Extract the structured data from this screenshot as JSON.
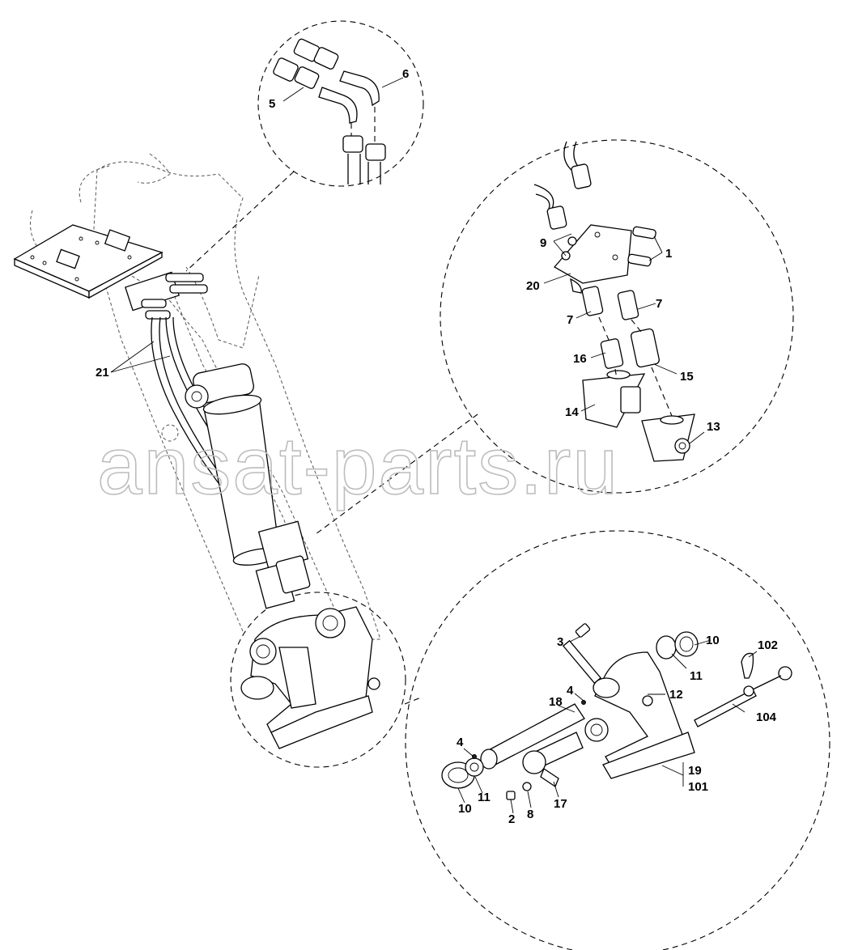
{
  "watermark": "ansat-parts.ru",
  "callouts": {
    "c1": "1",
    "c2": "2",
    "c3": "3",
    "c4a": "4",
    "c4b": "4",
    "c5": "5",
    "c6": "6",
    "c7a": "7",
    "c7b": "7",
    "c8": "8",
    "c9": "9",
    "c10a": "10",
    "c10b": "10",
    "c11a": "11",
    "c11b": "11",
    "c12": "12",
    "c13": "13",
    "c14": "14",
    "c15": "15",
    "c16": "16",
    "c17": "17",
    "c18": "18",
    "c19": "19",
    "c20": "20",
    "c21": "21",
    "c101": "101",
    "c102": "102",
    "c104": "104"
  }
}
